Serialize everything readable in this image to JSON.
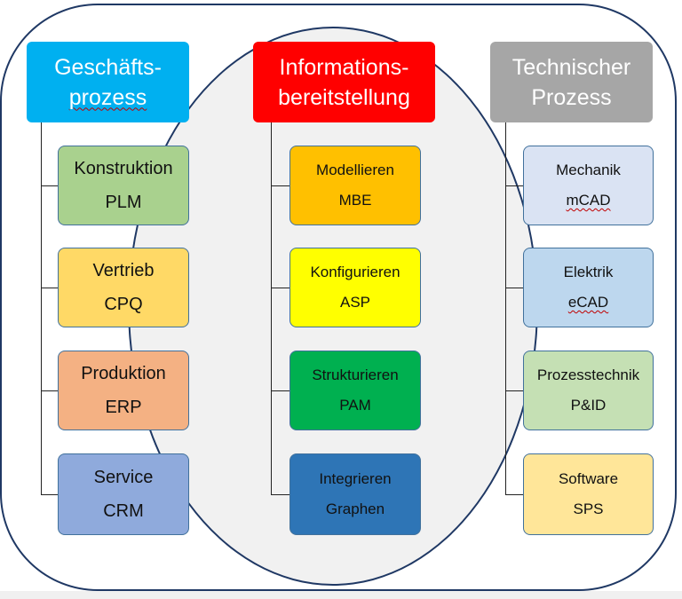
{
  "columns": [
    {
      "header": [
        "Geschäfts-",
        "prozess"
      ],
      "header_color": "#00b0f0",
      "items": [
        {
          "name": "Konstruktion",
          "code": "PLM",
          "color": "#a9d18e"
        },
        {
          "name": "Vertrieb",
          "code": "CPQ",
          "color": "#ffd966"
        },
        {
          "name": "Produktion",
          "code": "ERP",
          "color": "#f4b183"
        },
        {
          "name": "Service",
          "code": "CRM",
          "color": "#8faadc"
        }
      ]
    },
    {
      "header": [
        "Informations-",
        "bereitstellung"
      ],
      "header_color": "#ff0000",
      "items": [
        {
          "name": "Modellieren",
          "code": "MBE",
          "color": "#ffc000"
        },
        {
          "name": "Konfigurieren",
          "code": "ASP",
          "color": "#ffff00"
        },
        {
          "name": "Strukturieren",
          "code": "PAM",
          "color": "#00b050"
        },
        {
          "name": "Integrieren",
          "code": "Graphen",
          "color": "#2e75b6"
        }
      ]
    },
    {
      "header": [
        "Technischer",
        "Prozess"
      ],
      "header_color": "#a6a6a6",
      "items": [
        {
          "name": "Mechanik",
          "code": "mCAD",
          "color": "#dae3f3"
        },
        {
          "name": "Elektrik",
          "code": "eCAD",
          "color": "#bdd7ee"
        },
        {
          "name": "Prozesstechnik",
          "code": "P&ID",
          "color": "#c5e0b4"
        },
        {
          "name": "Software",
          "code": "SPS",
          "color": "#ffe699"
        }
      ]
    }
  ]
}
